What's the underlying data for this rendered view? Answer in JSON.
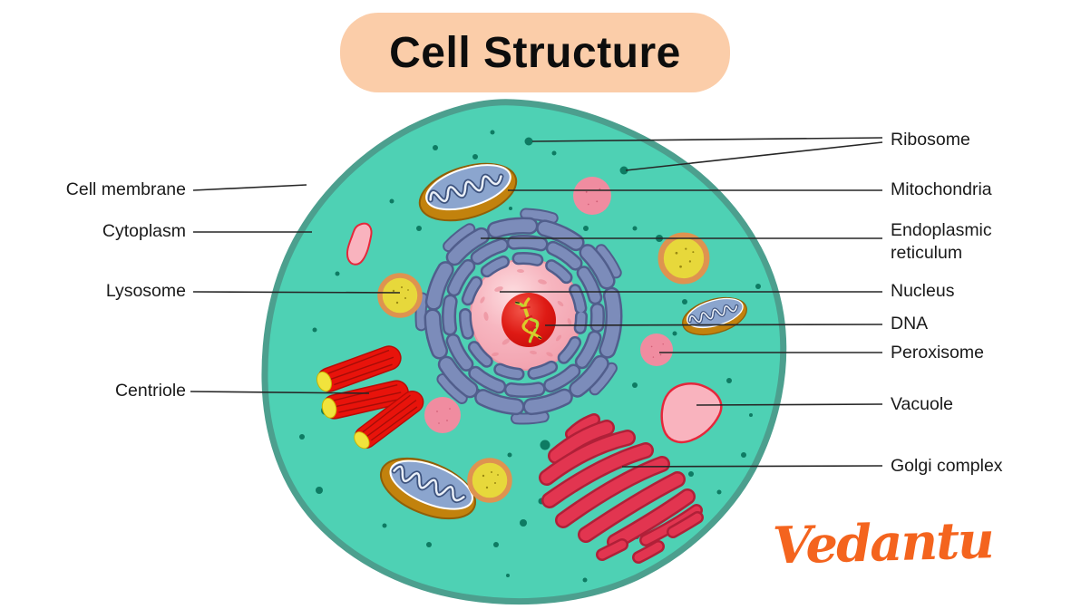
{
  "title": "Cell Structure",
  "brand": {
    "logo_text": "Vedantu"
  },
  "labels": {
    "left": [
      {
        "id": "cell-membrane",
        "text": "Cell membrane"
      },
      {
        "id": "cytoplasm",
        "text": "Cytoplasm"
      },
      {
        "id": "lysosome",
        "text": "Lysosome"
      },
      {
        "id": "centriole",
        "text": "Centriole"
      }
    ],
    "right": [
      {
        "id": "ribosome",
        "text": "Ribosome"
      },
      {
        "id": "mitochondria",
        "text": "Mitochondria"
      },
      {
        "id": "endoplasmic-reticulum",
        "text": "Endoplasmic reticulum"
      },
      {
        "id": "nucleus",
        "text": "Nucleus"
      },
      {
        "id": "dna",
        "text": "DNA"
      },
      {
        "id": "peroxisome",
        "text": "Peroxisome"
      },
      {
        "id": "vacuole",
        "text": "Vacuole"
      },
      {
        "id": "golgi-complex",
        "text": "Golgi complex"
      }
    ]
  },
  "colors": {
    "title_badge_bg": "#FBCDA9",
    "title_text": "#0D0D0D",
    "cell_fill": "#4ED1B4",
    "cell_stroke": "#4C9F8E",
    "ribosome_dot": "#0E7B63",
    "er_fill": "#7C8CBA",
    "nucleus_fill": "#F5ACB6",
    "nucleolus_fill": "#D31313",
    "dna_strand": "#B6D832",
    "lysosome_fill": "#E7D83B",
    "lysosome_rim": "#DE9350",
    "peroxisome_fill": "#F08CA0",
    "vacuole_fill": "#F9B3BE",
    "vacuole_stroke": "#E5273B",
    "centriole_fill": "#E8130B",
    "centriole_cap": "#F1E33C",
    "golgi_fill": "#E23550",
    "mitochondria_rim": "#C2820D",
    "mitochondria_inner": "#8BA5CE",
    "leader_line": "#262626",
    "label_text": "#1A1A1A",
    "logo_color": "#F4641E"
  }
}
